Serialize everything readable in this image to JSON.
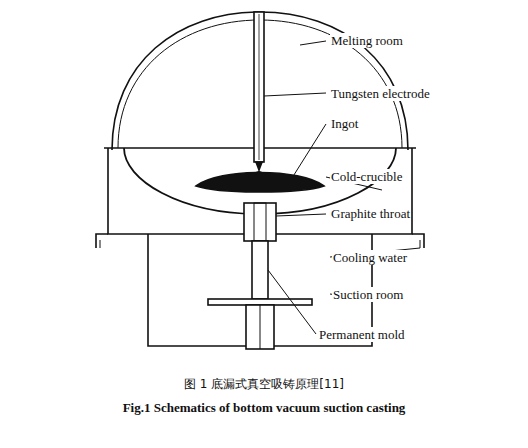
{
  "diagram": {
    "caption": "图 1 底漏式真空吸铸原理[11]",
    "labels": [
      "Melting room",
      "Tungsten electrode",
      "Ingot",
      "Cold-crucible",
      "Graphite throat",
      "Cooling water",
      "Suction room",
      "Permanent mold",
      "Fig.1 Schematics of bottom vacuum suction casting"
    ]
  }
}
